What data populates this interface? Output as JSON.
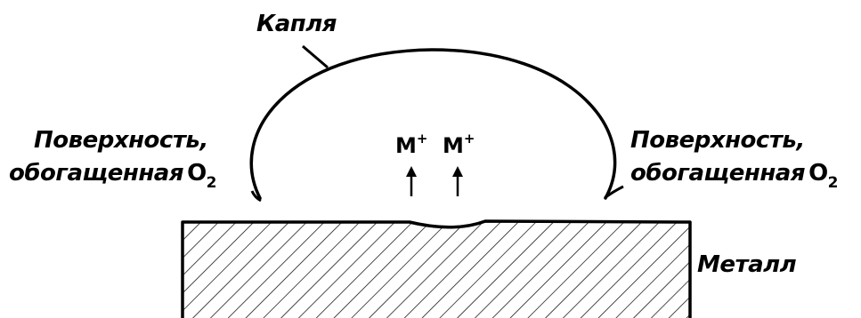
{
  "labels": {
    "drop": "Капля",
    "surface_left_line1": "Поверхность,",
    "surface_left_line2": "обогащенная",
    "surface_right_line1": "Поверхность,",
    "surface_right_line2": "обогащенная",
    "oxygen_symbol": "O",
    "oxygen_subscript": "2",
    "metal": "Металл",
    "ion_symbol": "M",
    "ion_charge": "+"
  },
  "colors": {
    "line": "#000000",
    "background": "#ffffff"
  }
}
